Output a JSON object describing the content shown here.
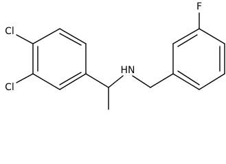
{
  "molecule": {
    "atoms": {
      "cl_top": "Cl",
      "cl_bottom": "Cl",
      "nh": "HN",
      "f": "F"
    }
  }
}
